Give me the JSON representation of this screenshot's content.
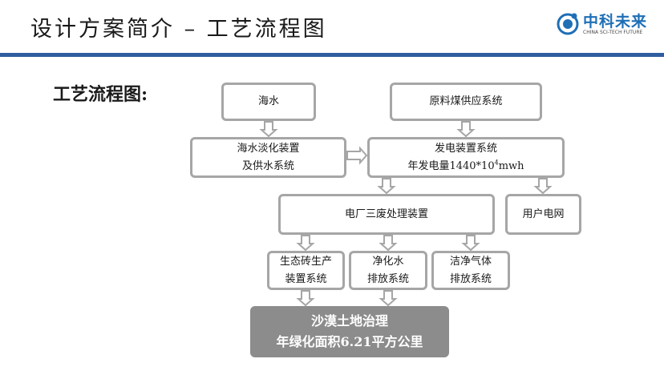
{
  "slide": {
    "title": "设计方案简介 – 工艺流程图",
    "subtitle": "工艺流程图:"
  },
  "logo": {
    "name_cn": "中科未来",
    "name_en": "CHINA SCI-TECH FUTURE",
    "accent_color": "#1f6fb6"
  },
  "colors": {
    "title_rule": "#2f5d9f",
    "node_border": "#a6a6a6",
    "result_fill": "#8c8c8c"
  },
  "flow": {
    "nodes": {
      "seawater": [
        "海水"
      ],
      "raw_coal": [
        "原料煤供应系统"
      ],
      "desalination": [
        "海水淡化装置",
        "及供水系统"
      ],
      "power": [
        "发电装置系统"
      ],
      "power_capacity_prefix": "年发电量1440*10",
      "power_capacity_sup": "4",
      "power_capacity_suffix": "mwh",
      "waste": [
        "电厂三废处理装置"
      ],
      "grid": [
        "用户电网"
      ],
      "brick": [
        "生态砖生产",
        "装置系统"
      ],
      "water_discharge": [
        "净化水",
        "排放系统"
      ],
      "gas_discharge": [
        "洁净气体",
        "排放系统"
      ],
      "result": [
        "沙漠土地治理",
        "年绿化面积6.21平方公里"
      ]
    },
    "edges": [
      [
        "seawater",
        "desalination"
      ],
      [
        "raw_coal",
        "power"
      ],
      [
        "desalination",
        "power"
      ],
      [
        "power",
        "waste"
      ],
      [
        "power",
        "grid"
      ],
      [
        "waste",
        "brick"
      ],
      [
        "waste",
        "water_discharge"
      ],
      [
        "waste",
        "gas_discharge"
      ],
      [
        "brick",
        "result"
      ],
      [
        "water_discharge",
        "result"
      ]
    ]
  }
}
